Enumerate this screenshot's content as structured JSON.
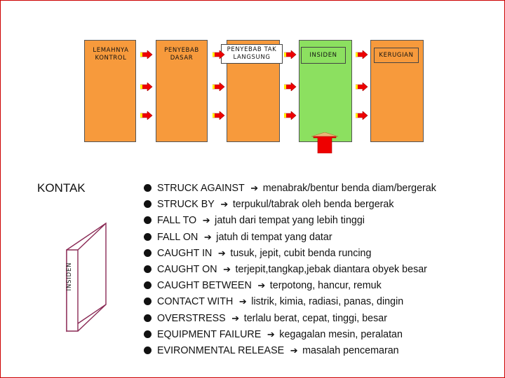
{
  "diagram": {
    "columns": [
      {
        "label": "LEMAHNYA KONTROL",
        "color": "#f79a3c"
      },
      {
        "label": "PENYEBAB DASAR",
        "color": "#f79a3c"
      },
      {
        "label": "PENYEBAB TAK LANGSUNG",
        "color": "#f79a3c"
      },
      {
        "label": "INSIDEN",
        "color": "#8ce060"
      },
      {
        "label": "KERUGIAN",
        "color": "#f79a3c"
      }
    ],
    "arrow_color": "#ee0000",
    "arrow_fill": "#ffee00"
  },
  "contact": {
    "heading": "KONTAK",
    "book_label": "INSIDEN"
  },
  "items": [
    {
      "term": "STRUCK AGAINST",
      "desc": "menabrak/bentur benda diam/bergerak"
    },
    {
      "term": "STRUCK BY",
      "desc": "terpukul/tabrak oleh benda bergerak"
    },
    {
      "term": "FALL TO",
      "desc": "jatuh dari tempat yang lebih tinggi"
    },
    {
      "term": "FALL ON",
      "desc": "jatuh di tempat yang datar"
    },
    {
      "term": "CAUGHT IN",
      "desc": "tusuk, jepit, cubit benda runcing"
    },
    {
      "term": "CAUGHT ON",
      "desc": "terjepit,tangkap,jebak diantara obyek besar"
    },
    {
      "term": "CAUGHT BETWEEN",
      "desc": "terpotong, hancur, remuk"
    },
    {
      "term": "CONTACT WITH",
      "desc": "listrik, kimia, radiasi, panas, dingin"
    },
    {
      "term": "OVERSTRESS",
      "desc": "terlalu berat, cepat, tinggi, besar"
    },
    {
      "term": "EQUIPMENT FAILURE",
      "desc": "kegagalan mesin, peralatan"
    },
    {
      "term": "EVIRONMENTAL RELEASE",
      "desc": "masalah pencemaran"
    }
  ]
}
